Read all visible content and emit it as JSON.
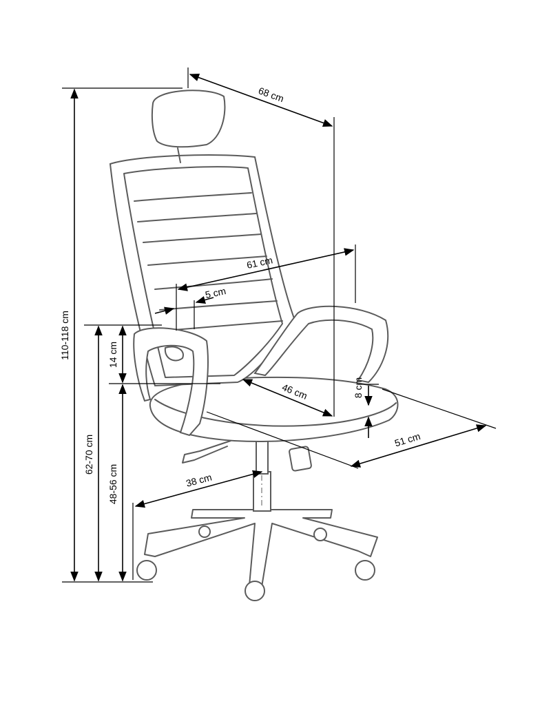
{
  "diagram": {
    "subject": "office-chair-dimensions",
    "line_color": "#000000",
    "chair_color": "#5a5a5a",
    "labels": {
      "total_height": "110-118 cm",
      "armrest_height": "62-70 cm",
      "seat_height": "48-56 cm",
      "armrest_above_seat": "14 cm",
      "depth": "68 cm",
      "width": "61 cm",
      "armrest_width": "5 cm",
      "seat_depth": "46 cm",
      "seat_thickness": "8 cm",
      "seat_width": "51 cm",
      "base_radius": "38 cm"
    }
  }
}
